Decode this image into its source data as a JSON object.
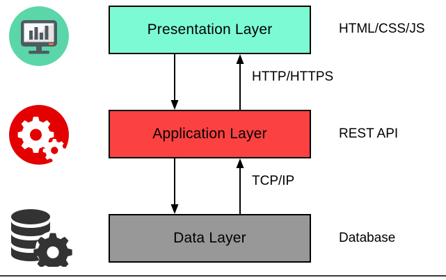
{
  "diagram": {
    "layers": [
      {
        "id": "presentation",
        "box_label": "Presentation Layer",
        "side_label": "HTML/CSS/JS",
        "box_color": "#7CFAD4",
        "icon_name": "monitor-chart-icon",
        "icon_circle_color": "#5BD6A8"
      },
      {
        "id": "application",
        "box_label": "Application Layer",
        "side_label": "REST API",
        "box_color": "#FC4141",
        "icon_name": "gears-icon",
        "icon_circle_color": "#E30000"
      },
      {
        "id": "data",
        "box_label": "Data Layer",
        "side_label": "Database",
        "box_color": "#989898",
        "icon_name": "database-gear-icon",
        "icon_circle_color": "#333333"
      }
    ],
    "connectors": [
      {
        "id": "top",
        "protocol_label": "HTTP/HTTPS",
        "down_arrow": "down-arrow-presentation-to-application",
        "up_arrow": "up-arrow-application-to-presentation"
      },
      {
        "id": "bottom",
        "protocol_label": "TCP/IP",
        "down_arrow": "down-arrow-application-to-data",
        "up_arrow": "up-arrow-data-to-application"
      }
    ],
    "colors": {
      "stroke": "#000000",
      "background": "#ffffff",
      "rule": "#3a3a3a"
    }
  }
}
